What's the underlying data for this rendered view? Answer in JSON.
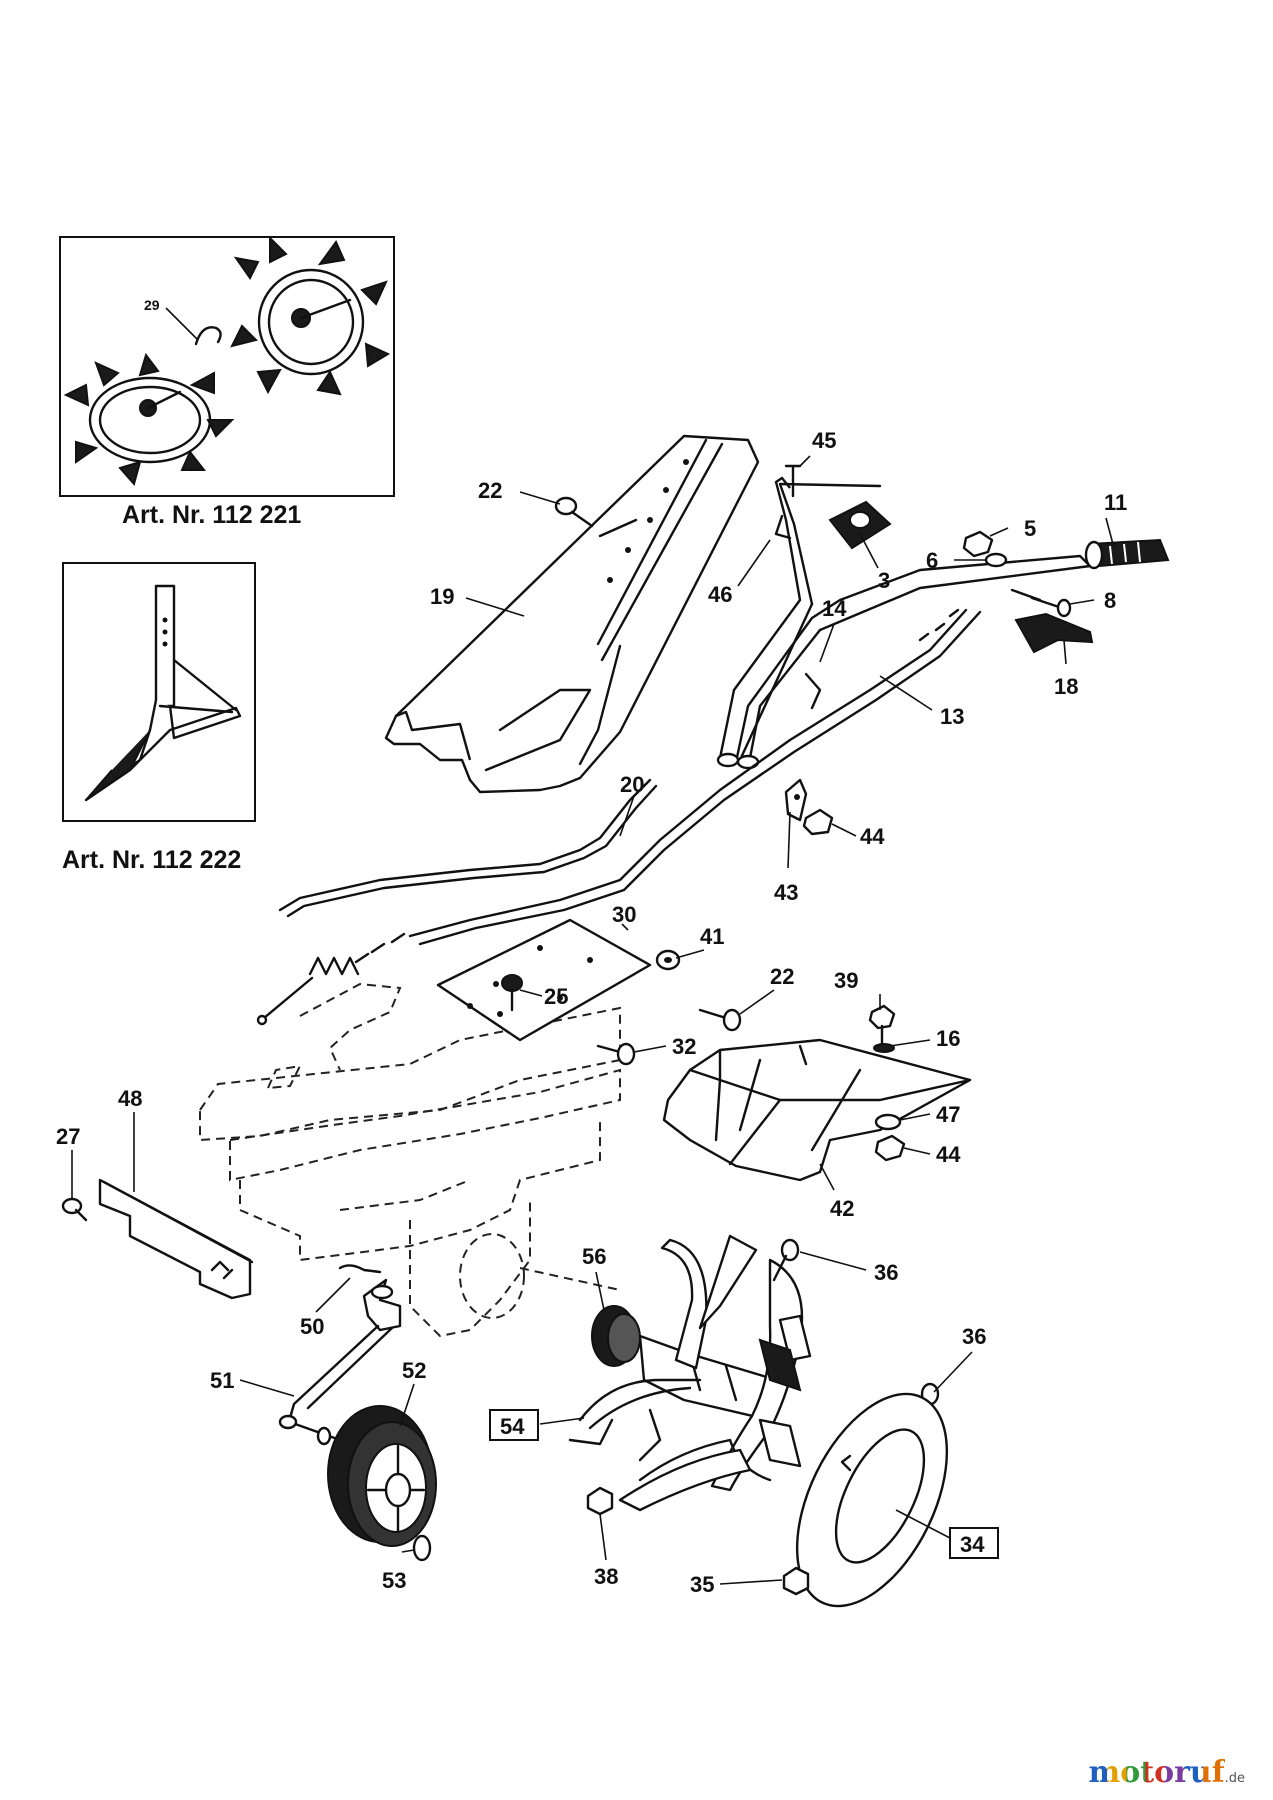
{
  "inset_left_top": {
    "part_label": "29",
    "caption": "Art. Nr. 112 221"
  },
  "inset_left_bottom": {
    "caption": "Art. Nr. 112 222"
  },
  "callouts": {
    "c45": "45",
    "c22a": "22",
    "c19": "19",
    "c46": "46",
    "c3": "3",
    "c5": "5",
    "c6": "6",
    "c11": "11",
    "c8": "8",
    "c14": "14",
    "c18": "18",
    "c13": "13",
    "c20": "20",
    "c44a": "44",
    "c43": "43",
    "c30": "30",
    "c41": "41",
    "c22b": "22",
    "c39": "39",
    "c25": "25",
    "c32": "32",
    "c16": "16",
    "c48": "48",
    "c27": "27",
    "c47": "47",
    "c44b": "44",
    "c42": "42",
    "c56": "56",
    "c36a": "36",
    "c50": "50",
    "c51": "51",
    "c52": "52",
    "c36b": "36",
    "c54": "54",
    "c38": "38",
    "c53": "53",
    "c35": "35",
    "c34": "34"
  },
  "brand": {
    "logo_text": "motoruf",
    "suffix": ".de"
  },
  "colors": {
    "line": "#111111",
    "background": "#ffffff"
  }
}
